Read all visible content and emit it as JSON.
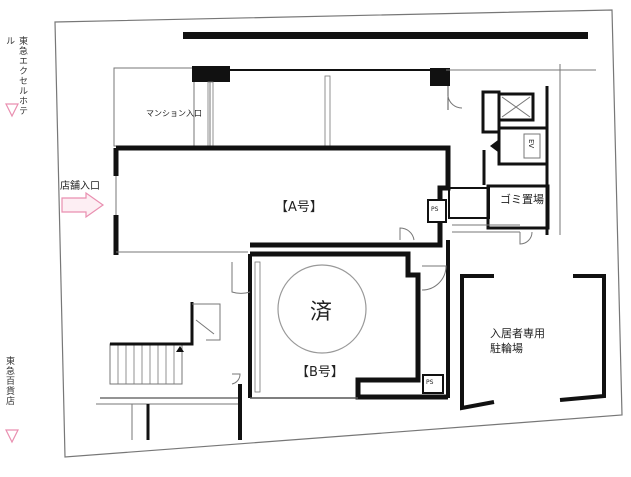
{
  "labels": {
    "mansion_entrance": "マンション入口",
    "shop_entrance": "店舗入口",
    "unit_a": "【A号】",
    "unit_b": "【B号】",
    "contracted_mark": "済",
    "garbage_area": "ゴミ置場",
    "bike_parking_line1": "入居者専用",
    "bike_parking_line2": "駐輪場",
    "ps_top": "PS",
    "ps_bottom": "PS",
    "ev": "EV"
  },
  "neighbors": {
    "north_west": "東急エクセルホテル",
    "south_west": "東急百貨店"
  },
  "colors": {
    "wall": "#111111",
    "thin_line": "#666666",
    "arrow": "#e98fb0"
  }
}
